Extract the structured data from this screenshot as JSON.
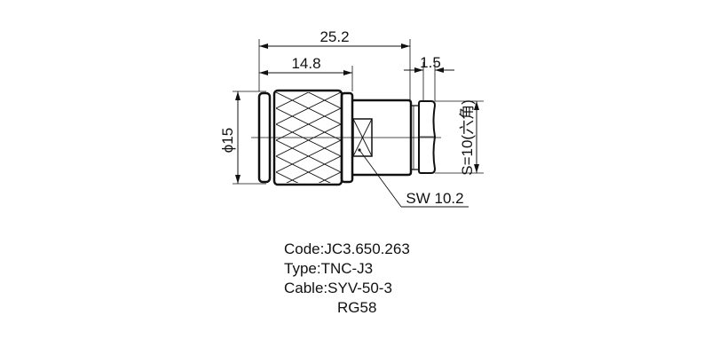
{
  "drawing": {
    "title": "TNC-J3 connector dimension drawing",
    "dimensions": {
      "overall_length": "25.2",
      "body_length": "14.8",
      "nut_thickness": "1.5",
      "diameter": "ϕ15",
      "hex_size": "S=10(六角)",
      "wrench_size": "SW 10.2"
    },
    "colors": {
      "line": "#111111",
      "background": "#ffffff"
    }
  },
  "info": {
    "code": "Code:JC3.650.263",
    "type": "Type:TNC-J3",
    "cable": "Cable:SYV-50-3",
    "cable_alt": "RG58"
  }
}
